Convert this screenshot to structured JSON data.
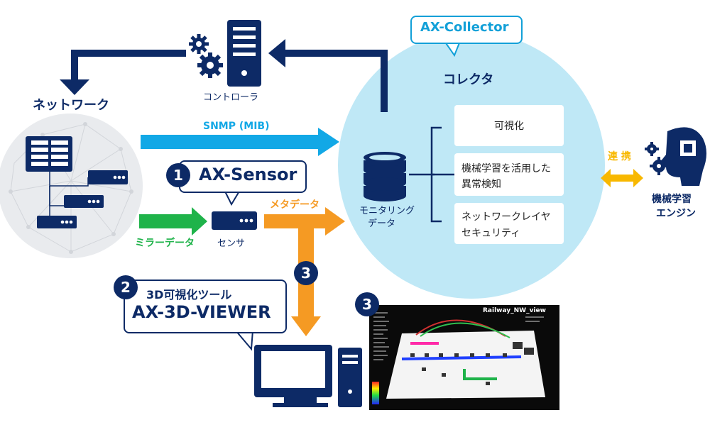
{
  "controller": {
    "label": "コントローラ"
  },
  "network": {
    "label": "ネットワーク"
  },
  "snmp": {
    "label": "SNMP (MIB)"
  },
  "mirror": {
    "label": "ミラーデータ"
  },
  "sensor": {
    "badge": "1",
    "callout": "AX-Sensor",
    "label": "センサ"
  },
  "metadata": {
    "label": "メタデータ"
  },
  "collector": {
    "callout": "AX-Collector",
    "label": "コレクタ",
    "db_label_line1": "モニタリング",
    "db_label_line2": "データ",
    "boxes": [
      {
        "line1": "可視化",
        "line2": ""
      },
      {
        "line1": "機械学習を活用した",
        "line2": "異常検知"
      },
      {
        "line1": "ネットワークレイヤ",
        "line2": "セキュリティ"
      }
    ]
  },
  "link": {
    "label": "連 携"
  },
  "ml_engine": {
    "line1": "機械学習",
    "line2": "エンジン"
  },
  "viewer": {
    "badge": "2",
    "line1": "3D可視化ツール",
    "line2": "AX-3D-VIEWER"
  },
  "arrow_badge": "3",
  "screenshot": {
    "badge": "3",
    "title": "Railway_NW_view"
  },
  "colors": {
    "navy": "#0d2a66",
    "cyan": "#12a8e6",
    "green": "#1fb34a",
    "orange": "#f59a23",
    "yellow": "#f8b800",
    "circle": "#bfe8f6",
    "cloud": "#e9ebee"
  }
}
